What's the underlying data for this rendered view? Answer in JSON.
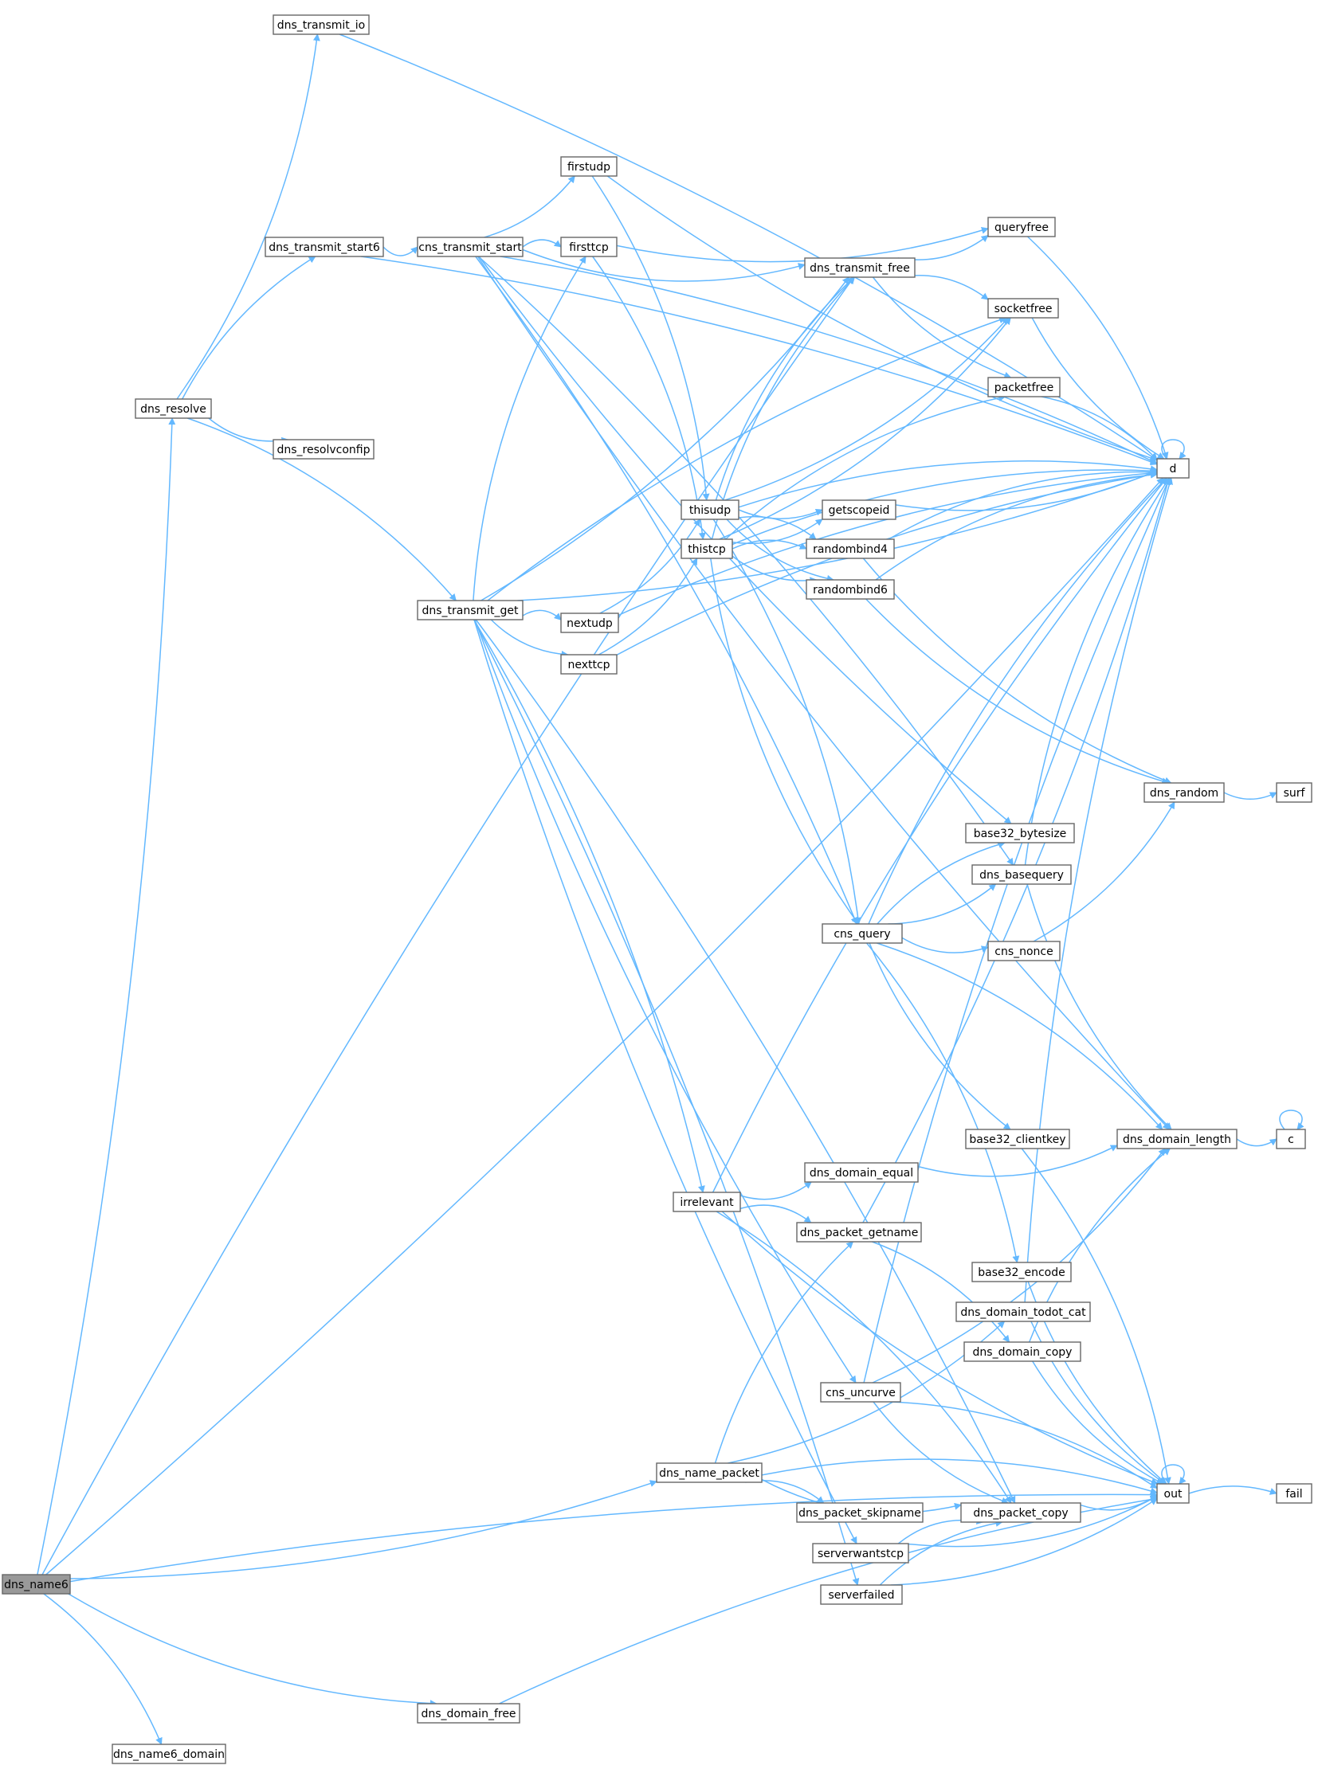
{
  "colors": {
    "edge": "#63b8ff",
    "node_border": "#666666",
    "root_fill": "#999999",
    "node_fill": "#ffffff"
  },
  "graph": {
    "root": "dns_name6",
    "nodes": [
      {
        "id": "dns_name6",
        "label": "dns_name6"
      },
      {
        "id": "dns_transmit_io",
        "label": "dns_transmit_io"
      },
      {
        "id": "dns_resolve",
        "label": "dns_resolve"
      },
      {
        "id": "dns_transmit_start6",
        "label": "dns_transmit_start6"
      },
      {
        "id": "cns_transmit_start",
        "label": "cns_transmit_start"
      },
      {
        "id": "firstudp",
        "label": "firstudp"
      },
      {
        "id": "firsttcp",
        "label": "firsttcp"
      },
      {
        "id": "dns_transmit_free",
        "label": "dns_transmit_free"
      },
      {
        "id": "queryfree",
        "label": "queryfree"
      },
      {
        "id": "socketfree",
        "label": "socketfree"
      },
      {
        "id": "packetfree",
        "label": "packetfree"
      },
      {
        "id": "d",
        "label": "d"
      },
      {
        "id": "dns_resolvconfip",
        "label": "dns_resolvconfip"
      },
      {
        "id": "thisudp",
        "label": "thisudp"
      },
      {
        "id": "getscopeid",
        "label": "getscopeid"
      },
      {
        "id": "thistcp",
        "label": "thistcp"
      },
      {
        "id": "randombind4",
        "label": "randombind4"
      },
      {
        "id": "randombind6",
        "label": "randombind6"
      },
      {
        "id": "dns_transmit_get",
        "label": "dns_transmit_get"
      },
      {
        "id": "nextudp",
        "label": "nextudp"
      },
      {
        "id": "nexttcp",
        "label": "nexttcp"
      },
      {
        "id": "dns_random",
        "label": "dns_random"
      },
      {
        "id": "surf",
        "label": "surf"
      },
      {
        "id": "base32_bytesize",
        "label": "base32_bytesize"
      },
      {
        "id": "dns_basequery",
        "label": "dns_basequery"
      },
      {
        "id": "cns_query",
        "label": "cns_query"
      },
      {
        "id": "cns_nonce",
        "label": "cns_nonce"
      },
      {
        "id": "base32_clientkey",
        "label": "base32_clientkey"
      },
      {
        "id": "dns_domain_length",
        "label": "dns_domain_length"
      },
      {
        "id": "c",
        "label": "c"
      },
      {
        "id": "dns_domain_equal",
        "label": "dns_domain_equal"
      },
      {
        "id": "irrelevant",
        "label": "irrelevant"
      },
      {
        "id": "dns_packet_getname",
        "label": "dns_packet_getname"
      },
      {
        "id": "base32_encode",
        "label": "base32_encode"
      },
      {
        "id": "dns_domain_todot_cat",
        "label": "dns_domain_todot_cat"
      },
      {
        "id": "dns_domain_copy",
        "label": "dns_domain_copy"
      },
      {
        "id": "cns_uncurve",
        "label": "cns_uncurve"
      },
      {
        "id": "out",
        "label": "out"
      },
      {
        "id": "fail",
        "label": "fail"
      },
      {
        "id": "dns_name_packet",
        "label": "dns_name_packet"
      },
      {
        "id": "dns_packet_skipname",
        "label": "dns_packet_skipname"
      },
      {
        "id": "dns_packet_copy",
        "label": "dns_packet_copy"
      },
      {
        "id": "serverwantstcp",
        "label": "serverwantstcp"
      },
      {
        "id": "serverfailed",
        "label": "serverfailed"
      },
      {
        "id": "dns_domain_free",
        "label": "dns_domain_free"
      },
      {
        "id": "dns_name6_domain",
        "label": "dns_name6_domain"
      }
    ],
    "edges": [
      [
        "dns_name6",
        "dns_resolve"
      ],
      [
        "dns_name6",
        "dns_transmit_free"
      ],
      [
        "dns_name6",
        "dns_name_packet"
      ],
      [
        "dns_name6",
        "out"
      ],
      [
        "dns_name6",
        "dns_domain_free"
      ],
      [
        "dns_name6",
        "dns_name6_domain"
      ],
      [
        "dns_name6",
        "d"
      ],
      [
        "dns_transmit_io",
        "d"
      ],
      [
        "dns_resolve",
        "dns_transmit_io"
      ],
      [
        "dns_resolve",
        "dns_transmit_start6"
      ],
      [
        "dns_resolve",
        "dns_resolvconfip"
      ],
      [
        "dns_resolve",
        "dns_transmit_get"
      ],
      [
        "dns_transmit_start6",
        "cns_transmit_start"
      ],
      [
        "dns_transmit_start6",
        "d"
      ],
      [
        "cns_transmit_start",
        "firstudp"
      ],
      [
        "cns_transmit_start",
        "firsttcp"
      ],
      [
        "cns_transmit_start",
        "dns_transmit_free"
      ],
      [
        "cns_transmit_start",
        "d"
      ],
      [
        "cns_transmit_start",
        "base32_bytesize"
      ],
      [
        "cns_transmit_start",
        "dns_basequery"
      ],
      [
        "cns_transmit_start",
        "dns_domain_length"
      ],
      [
        "cns_transmit_start",
        "cns_query"
      ],
      [
        "firstudp",
        "d"
      ],
      [
        "firstudp",
        "thisudp"
      ],
      [
        "firsttcp",
        "queryfree"
      ],
      [
        "firsttcp",
        "thistcp"
      ],
      [
        "dns_transmit_free",
        "queryfree"
      ],
      [
        "dns_transmit_free",
        "socketfree"
      ],
      [
        "dns_transmit_free",
        "packetfree"
      ],
      [
        "queryfree",
        "d"
      ],
      [
        "socketfree",
        "d"
      ],
      [
        "packetfree",
        "d"
      ],
      [
        "d",
        "d"
      ],
      [
        "thisudp",
        "dns_transmit_free"
      ],
      [
        "thisudp",
        "socketfree"
      ],
      [
        "thisudp",
        "d"
      ],
      [
        "thisudp",
        "getscopeid"
      ],
      [
        "thisudp",
        "randombind4"
      ],
      [
        "thisudp",
        "randombind6"
      ],
      [
        "thisudp",
        "cns_query"
      ],
      [
        "getscopeid",
        "d"
      ],
      [
        "thistcp",
        "dns_transmit_free"
      ],
      [
        "thistcp",
        "socketfree"
      ],
      [
        "thistcp",
        "packetfree"
      ],
      [
        "thistcp",
        "getscopeid"
      ],
      [
        "thistcp",
        "randombind4"
      ],
      [
        "thistcp",
        "randombind6"
      ],
      [
        "thistcp",
        "d"
      ],
      [
        "thistcp",
        "cns_query"
      ],
      [
        "randombind4",
        "d"
      ],
      [
        "randombind4",
        "dns_random"
      ],
      [
        "randombind6",
        "d"
      ],
      [
        "randombind6",
        "dns_random"
      ],
      [
        "dns_transmit_get",
        "nextudp"
      ],
      [
        "dns_transmit_get",
        "nexttcp"
      ],
      [
        "dns_transmit_get",
        "firsttcp"
      ],
      [
        "dns_transmit_get",
        "dns_transmit_free"
      ],
      [
        "dns_transmit_get",
        "socketfree"
      ],
      [
        "dns_transmit_get",
        "d"
      ],
      [
        "dns_transmit_get",
        "irrelevant"
      ],
      [
        "dns_transmit_get",
        "cns_uncurve"
      ],
      [
        "dns_transmit_get",
        "dns_packet_copy"
      ],
      [
        "dns_transmit_get",
        "serverwantstcp"
      ],
      [
        "dns_transmit_get",
        "serverfailed"
      ],
      [
        "nextudp",
        "thisudp"
      ],
      [
        "nextudp",
        "d"
      ],
      [
        "nexttcp",
        "thistcp"
      ],
      [
        "nexttcp",
        "d"
      ],
      [
        "dns_random",
        "surf"
      ],
      [
        "dns_basequery",
        "d"
      ],
      [
        "dns_basequery",
        "dns_domain_length"
      ],
      [
        "cns_query",
        "base32_bytesize"
      ],
      [
        "cns_query",
        "dns_basequery"
      ],
      [
        "cns_query",
        "d"
      ],
      [
        "cns_query",
        "cns_nonce"
      ],
      [
        "cns_query",
        "dns_domain_length"
      ],
      [
        "cns_query",
        "base32_clientkey"
      ],
      [
        "cns_query",
        "base32_encode"
      ],
      [
        "cns_nonce",
        "dns_random"
      ],
      [
        "base32_clientkey",
        "out"
      ],
      [
        "dns_domain_length",
        "c"
      ],
      [
        "c",
        "c"
      ],
      [
        "dns_domain_equal",
        "dns_domain_length"
      ],
      [
        "irrelevant",
        "d"
      ],
      [
        "irrelevant",
        "dns_domain_equal"
      ],
      [
        "irrelevant",
        "dns_packet_getname"
      ],
      [
        "irrelevant",
        "out"
      ],
      [
        "irrelevant",
        "dns_packet_copy"
      ],
      [
        "dns_packet_getname",
        "d"
      ],
      [
        "dns_packet_getname",
        "dns_domain_copy"
      ],
      [
        "base32_encode",
        "out"
      ],
      [
        "dns_domain_todot_cat",
        "d"
      ],
      [
        "dns_domain_todot_cat",
        "out"
      ],
      [
        "dns_domain_copy",
        "dns_domain_length"
      ],
      [
        "dns_domain_copy",
        "out"
      ],
      [
        "cns_uncurve",
        "d"
      ],
      [
        "cns_uncurve",
        "dns_domain_length"
      ],
      [
        "cns_uncurve",
        "out"
      ],
      [
        "cns_uncurve",
        "dns_packet_copy"
      ],
      [
        "out",
        "fail"
      ],
      [
        "out",
        "out"
      ],
      [
        "dns_name_packet",
        "dns_packet_getname"
      ],
      [
        "dns_name_packet",
        "dns_domain_todot_cat"
      ],
      [
        "dns_name_packet",
        "dns_packet_skipname"
      ],
      [
        "dns_name_packet",
        "dns_packet_copy"
      ],
      [
        "dns_name_packet",
        "out"
      ],
      [
        "dns_packet_copy",
        "out"
      ],
      [
        "serverwantstcp",
        "dns_packet_copy"
      ],
      [
        "serverwantstcp",
        "out"
      ],
      [
        "serverfailed",
        "dns_packet_copy"
      ],
      [
        "serverfailed",
        "out"
      ],
      [
        "dns_domain_free",
        "out"
      ]
    ]
  }
}
